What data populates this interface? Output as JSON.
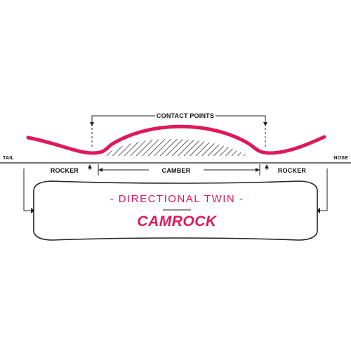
{
  "labels": {
    "contact_points": "CONTACT POINTS",
    "tail": "TAIL",
    "nose": "NOSE",
    "rocker_left": "ROCKER",
    "camber": "CAMBER",
    "rocker_right": "ROCKER"
  },
  "board": {
    "profile_type": "- DIRECTIONAL TWIN -",
    "name": "CAMROCK"
  },
  "colors": {
    "accent": "#e0185a",
    "line": "#222222"
  }
}
